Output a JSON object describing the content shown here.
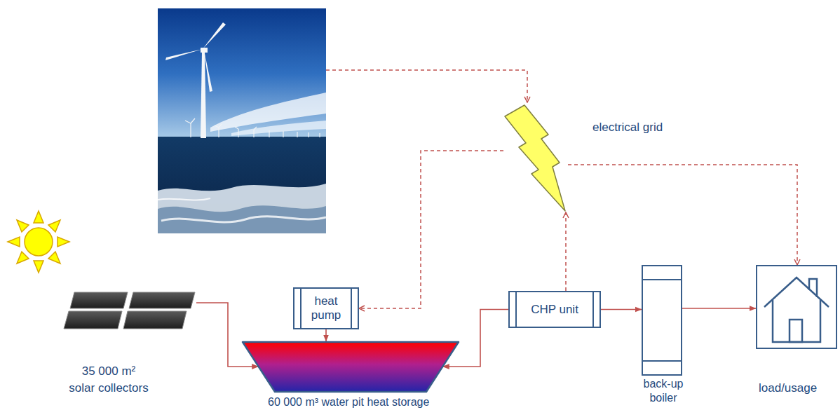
{
  "diagram": {
    "nodes": [
      {
        "text": [
          "electrical grid"
        ]
      },
      {
        "text": [
          "35 000 m²",
          "solar collectors"
        ]
      },
      {
        "text": [
          "heat pump"
        ]
      },
      {
        "text": [
          "60 000 m³ water pit heat storage"
        ]
      },
      {
        "text": [
          "CHP unit"
        ]
      },
      {
        "text": [
          "back-up boiler"
        ]
      },
      {
        "text": [
          "load/usage"
        ]
      }
    ],
    "edges": [
      {
        "from": 0,
        "to": 2,
        "arrow": "to"
      },
      {
        "from": 4,
        "to": 0,
        "arrow": "to"
      },
      {
        "from": 0,
        "to": 6,
        "arrow": "to"
      },
      {
        "from": 1,
        "to": 3,
        "arrow": "to"
      },
      {
        "from": 2,
        "to": 3,
        "arrow": "to"
      },
      {
        "from": 4,
        "to": 3,
        "arrow": "to"
      },
      {
        "from": 4,
        "to": 5,
        "arrow": "to"
      },
      {
        "from": 5,
        "to": 6,
        "arrow": "to"
      }
    ]
  }
}
